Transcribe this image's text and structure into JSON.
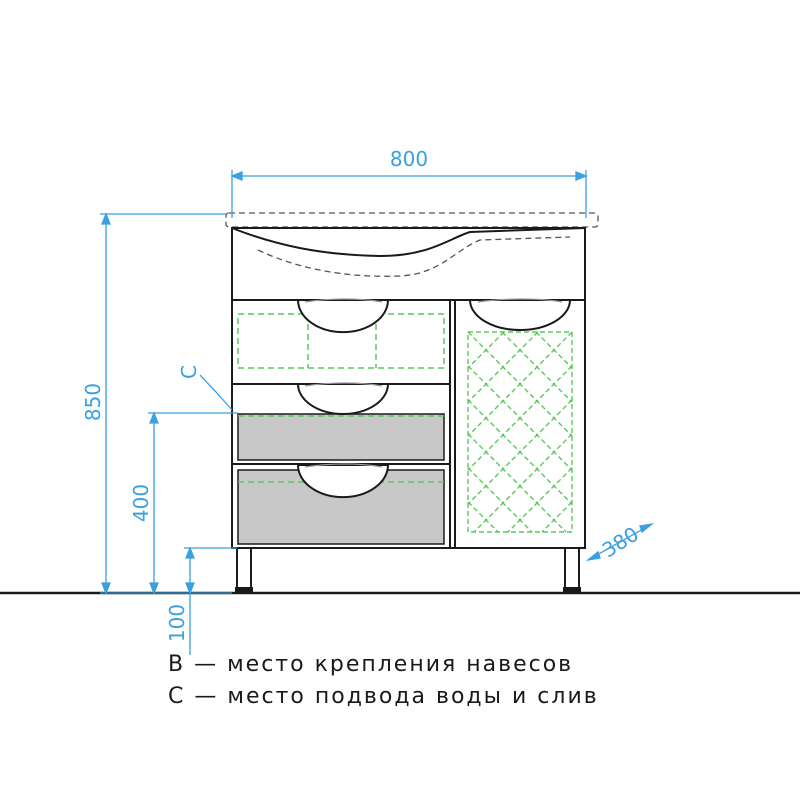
{
  "dimensions": {
    "width": "800",
    "height": "850",
    "mount_height": "400",
    "leg_height": "100",
    "depth": "380"
  },
  "markers": {
    "c_label": "C"
  },
  "legend": {
    "b": "B — место крепления навесов",
    "c": "C — место подвода воды и слив"
  },
  "colors": {
    "outline": "#1a1a1a",
    "dimension": "#3aa0e0",
    "hidden": "#5cc85c",
    "drawer_fill": "#c8c8c8"
  }
}
